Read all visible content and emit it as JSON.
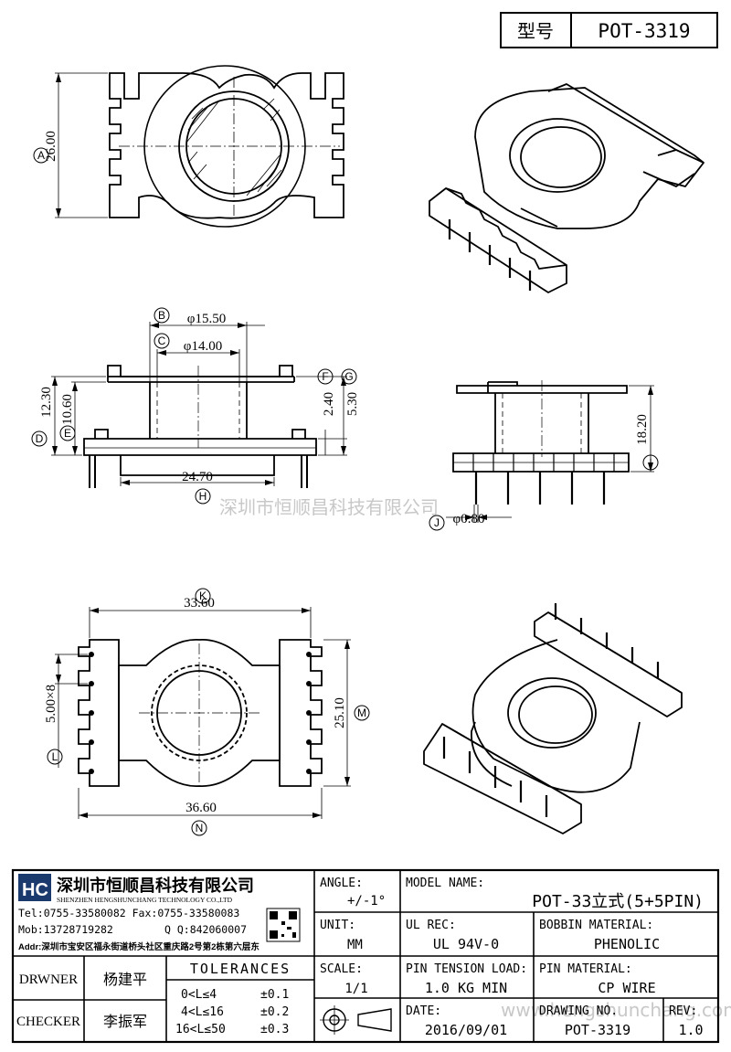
{
  "model": {
    "label": "型号",
    "value": "POT-3319"
  },
  "dimensions": {
    "height_total": "26.00",
    "dia_outer": "φ15.50",
    "dia_inner": "φ14.00",
    "h_12_30": "12.30",
    "h_10_60": "10.60",
    "h_2_40": "2.40",
    "h_5_30": "5.30",
    "w_24_70": "24.70",
    "h_18_20": "18.20",
    "pin_dia": "φ0.80",
    "w_33_60": "33.60",
    "w_36_60": "36.60",
    "pitch": "5.00×8",
    "h_25_10": "25.10"
  },
  "callouts": {
    "A": "A",
    "B": "B",
    "C": "C",
    "D": "D",
    "E": "E",
    "F": "F",
    "G": "G",
    "H": "H",
    "I": "I",
    "J": "J",
    "K": "K",
    "L": "L",
    "M": "M",
    "N": "N"
  },
  "watermarks": {
    "cn": "深圳市恒顺昌科技有限公司",
    "url": "www.hengshunchang.com"
  },
  "company": {
    "name_cn": "深圳市恒顺昌科技有限公司",
    "name_en": "SHENZHEN HENGSHUNCHANG TECHNOLOGY CO.,LTD",
    "tel": "Tel:0755-33580082 Fax:0755-33580083",
    "mob": "Mob:13728719282",
    "qq": "Q Q:842060007",
    "addr": "Addr:深圳市宝安区福永街道桥头社区重庆路2号第2栋第六层东"
  },
  "title_block": {
    "angle_label": "ANGLE:",
    "angle_value": "+/-1°",
    "model_name_label": "MODEL NAME:",
    "model_name_value": "POT-33立式(5+5PIN)",
    "unit_label": "UNIT:",
    "unit_value": "MM",
    "ul_label": "UL REC:",
    "ul_value": "UL 94V-0",
    "bobbin_label": "BOBBIN MATERIAL:",
    "bobbin_value": "PHENOLIC",
    "scale_label": "SCALE:",
    "scale_value": "1/1",
    "tension_label": "PIN TENSION LOAD:",
    "tension_value": "1.0 KG MIN",
    "pin_mat_label": "PIN MATERIAL:",
    "pin_mat_value": "CP WIRE",
    "drwner_label": "DRWNER",
    "drwner_value": "杨建平",
    "checker_label": "CHECKER",
    "checker_value": "李振军",
    "tol_label": "TOLERANCES",
    "tol_rows": [
      {
        "range": "0<L≤4",
        "tol": "±0.1"
      },
      {
        "range": "4<L≤16",
        "tol": "±0.2"
      },
      {
        "range": "16<L≤50",
        "tol": "±0.3"
      }
    ],
    "date_label": "DATE:",
    "date_value": "2016/09/01",
    "drawing_label": "DRAWING NO.",
    "drawing_value": "POT-3319",
    "rev_label": "REV:",
    "rev_value": "1.0"
  }
}
